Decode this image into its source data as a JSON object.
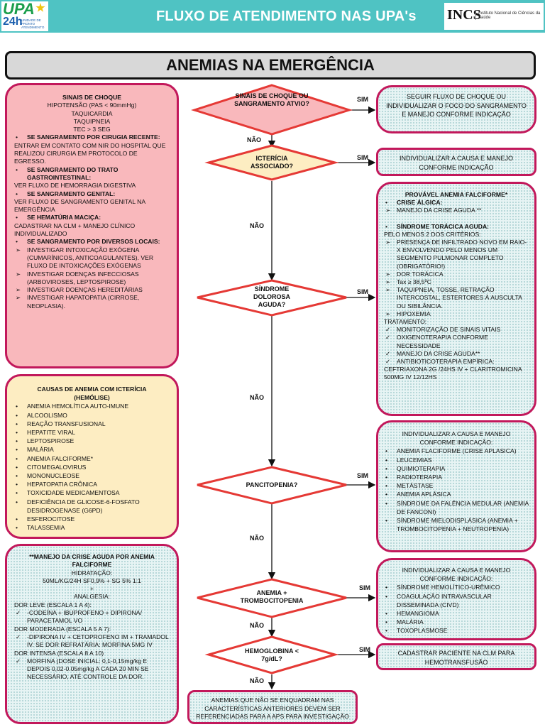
{
  "header": {
    "title": "FLUXO DE ATENDIMENTO NAS UPA's",
    "logo_upa": {
      "line1": "UPA",
      "line2": "24h",
      "sub": "UNIDADE DE PRONTO ATENDIMENTO"
    },
    "logo_incs": {
      "mark": "INCS",
      "name": "Instituto Nacional de Ciências da Saúde"
    }
  },
  "page_title": "ANEMIAS NA EMERGÊNCIA",
  "colors": {
    "header_bg": "#4fc3c3",
    "border": "#c2185b",
    "diamond_stroke": "#e53935",
    "pink": "#f9b8bc",
    "yellow": "#fdedc2",
    "dotted": "#e7f4f4"
  },
  "decisions": {
    "d1": "SINAIS DE CHOQUE OU SANGRAMENTO ATVIO?",
    "d2": "ICTERÍCIA ASSOCIADO?",
    "d3": "SÍNDROME DOLOROSA AGUDA?",
    "d4": "PANCITOPENIA?",
    "d5": "ANEMIA + TROMBOCITOPENIA",
    "d6": "HEMOGLOBINA < 7g/dL?"
  },
  "labels": {
    "sim": "SIM",
    "nao": "NÃO"
  },
  "shock_box": {
    "title": "SINAIS  DE CHOQUE",
    "lines": [
      "HIPOTENSÃO (PAS < 90mmHg)",
      "TAQUICARDIA",
      "TAQUIPNEIA",
      "TEC > 3 SEG"
    ],
    "b1": "SE SANGRAMENTO POR CIRUGIA RECENTE:",
    "t1": "ENTRAR EM CONTATO COM NIR DO HOSPITAL QUE REALIZOU CIRURGIA EM PROTOCOLO DE EGRESSO.",
    "b2": "SE SANGRAMENTO DO TRATO GASTROINTESTINAL:",
    "t2": "VER FLUXO DE HEMORRAGIA DIGESTIVA",
    "b3": "SE SANGRAMENTO  GENITAL:",
    "t3": "VER FLUXO DE SANGRAMENTO GENITAL NA EMERGÊNCIA",
    "b4": "SE HEMATÚRIA MACIÇA:",
    "t4": "CADASTRAR NA CLM + MANEJO CLÍNICO INDIVIDUALIZADO",
    "b5": "SE SANGRAMENTO POR DIVERSOS LOCAIS:",
    "arrows": [
      "INVESTIGAR INTOXICAÇÃO  EXÓGENA (CUMARÍNICOS, ANTICOAGULANTES). VER FLUXO DE INTOXICAÇÕES EXÓGENAS",
      "INVESTIGAR  DOENÇAS INFECCIOSAS (ARBOVIROSES, LEPTOSPIROSE)",
      "INVESTIGAR DOENÇAS HEREDITÁRIAS",
      "INVESTIGAR  HAPATOPATIA (CIRROSE, NEOPLASIA)."
    ]
  },
  "icterus_box": {
    "title": "CAUSAS DE ANEMIA COM ICTERÍCIA (HEMÓLISE)",
    "items": [
      "ANEMIA HEMOLÍTICA AUTO-IMUNE",
      "ALCOOLISMO",
      "REAÇÃO TRANSFUSIONAL",
      "HEPATITE VIRAL",
      "LEPTOSPIROSE",
      "MALÁRIA",
      "ANEMIA FALCIFORME*",
      "CITOMEGALOVIRUS",
      "MONONUCLEOSE",
      "HEPATOPATIA  CRÔNICA",
      "TOXICIDADE MEDICAMENTOSA",
      "DEFICIÊNCIA DE GLICOSE-6-FOSFATO DESIDROGENASE (G6PD)",
      "ESFEROCITOSE",
      "TALASSEMIA"
    ]
  },
  "crisis_box": {
    "title": "**MANEJO DA CRISE AGUDA POR ANEMIA FALCIFORME",
    "hid": "HIDRATAÇÃO:",
    "hid_v": "50ML/KG/24H SF0,9% + SG 5% 1:1",
    "plus": "+",
    "anal": "ANALGESIA:",
    "l1": "DOR LEVE  (ESCALA 1 A 4):",
    "a1": "-CODEÍNA + IBUPROFENO + DIPIRONA/ PARACETAMOL VO",
    "l2": "DOR MODERADA (ESCALA 5 A 7):",
    "a2": "-DIPIRONA IV + CETOPROFENO IM + TRAMADOL IV. SE DOR REFRATÁRIA: MORFINA 5MG IV",
    "l3": "DOR INTENSA (ESCALA 8 A 10)",
    "a3": "MORFINA  (DOSE INICIAL: 0,1-0,15mg/kg  E DEPOIS 0,02-0.05mg/kg A CADA 20 MIN SE NECESSÁRIO, ATÉ CONTROLE DA DOR."
  },
  "r1": "SEGUIR FLUXO DE CHOQUE OU INDIVIDUALIZAR O FOCO DO SANGRAMENTO E MANEJO CONFORME INDICAÇÃO",
  "r2": "INDIVIDUALIZAR A CAUSA E MANEJO CONFORME INDICAÇÃO",
  "sickle_box": {
    "title": "PROVÁVEL ANEMIA FALCIFORME*",
    "crise": "CRISE ÁLGICA:",
    "crise_a": "MANEJO DA CRISE AGUDA **",
    "sta": "SÍNDROME TORÁCICA AGUDA:",
    "sta_t": "PELO MENOS 2 DOS CRITÉRIOS:",
    "crit": [
      "PRESENÇA DE INFILTRADO NOVO EM RAIO-X ENVOLVENDO PELO MENOS UM SEGMENTO PULMONAR COMPLETO (OBRIGATÓRIO!)",
      "DOR TORÁCICA",
      "Tax ≥ 38,5ºC",
      "TAQUIPNEIA, TOSSE, RETRAÇÃO INTERCOSTAL, ESTERTORES À AUSCULTA OU SIBILÂNCIA.",
      "HIPOXEMIA"
    ],
    "trat": "TRATAMENTO:",
    "checks": [
      "MONITORIZAÇÃO DE SINAIS VITAIS",
      "OXIGENOTERAPIA CONFORME NECESSIDADE",
      "MANEJO DA CRISE AGUDA**",
      "ANTIBIOTICOTERAPIA EMPÍRICA:"
    ],
    "abx": "CEFTRIAXONA 2G /24HS IV + CLARITROMICINA 500MG IV 12/12HS"
  },
  "pancy_box": {
    "title": "INDIVIDUALIZAR A CAUSA E MANEJO CONFORME INDICAÇÃO:",
    "items": [
      "ANEMIA FLACIFORME (CRISE APLASICA)",
      "LEUCEMIAS",
      "QUIMIOTERAPIA",
      "RADIOTERAPIA",
      "METÁSTASE",
      "ANEMIA APLÁSICA",
      "SÍNDROME DA FALÊNCIA MEDULAR (ANEMIA DE FANCONI)",
      "SÍNDROME MIELODISPLÁSICA (ANEMIA + TROMBOCITOPENIA + NEUTROPENIA)"
    ]
  },
  "thrombo_box": {
    "title": "INDIVIDUALIZAR A CAUSA E MANEJO CONFORME INDICAÇÃO:",
    "items": [
      "SÍNDROME HEMOLÍTICO-URÊMICO",
      "COAGULAÇÃO INTRAVASCULAR DISSEMINADA (CIVD)",
      "HEMANGIOMA",
      "MALÁRIA",
      "TOXOPLASMOSE"
    ]
  },
  "r6": "CADASTRAR PACIENTE NA CLM PARA HEMOTRANSFUSÃO",
  "bottom": "ANEMIAS QUE NÃO SE ENQUADRAM NAS CARACTERÍSTICAS ANTERIORES DEVEM SER REFERENCIADAS PARA A APS PARA INVESTIGAÇÃO"
}
